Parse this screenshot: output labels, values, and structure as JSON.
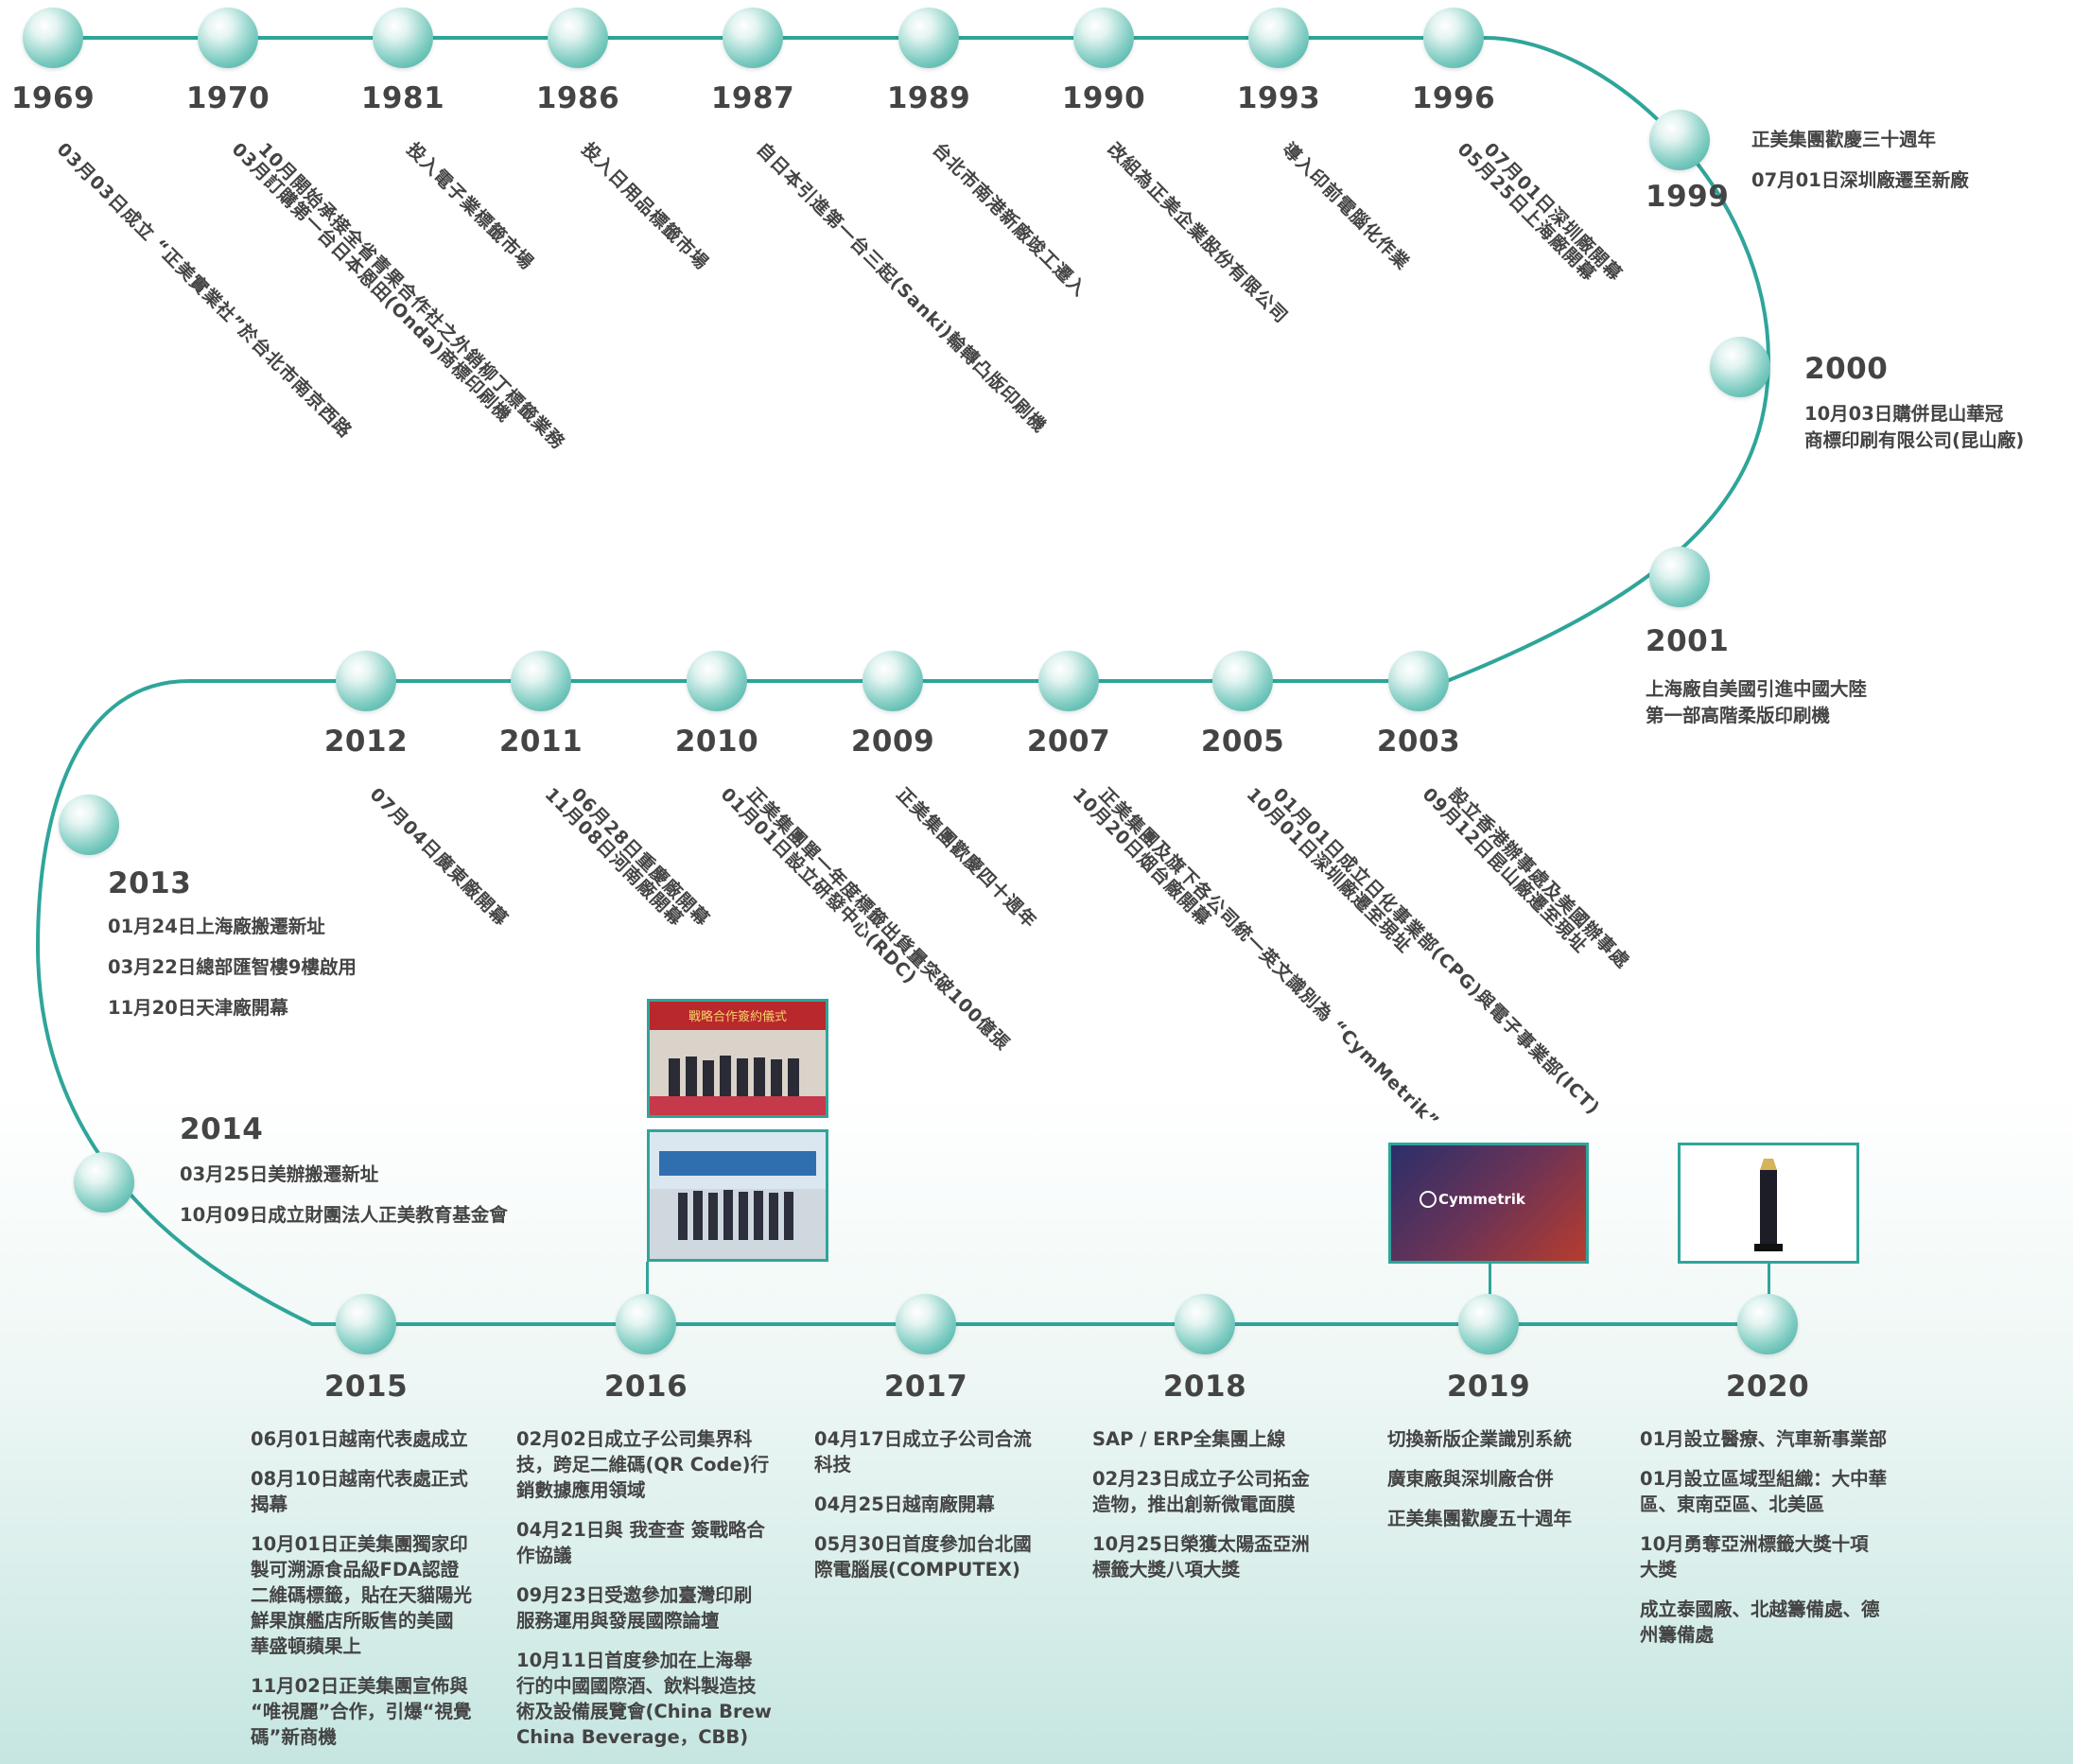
{
  "colors": {
    "line": "#2fa59a",
    "text": "#444444",
    "photo_border": "#2fa59a"
  },
  "top_row": [
    {
      "year": "1969",
      "events": [
        "03月03日成立 “正美實業社”於台北市南京西路"
      ]
    },
    {
      "year": "1970",
      "events": [
        "10月開始承接全省青果合作社之外銷柳丁標籤業務",
        "03月訂購第一台日本恩田(Onda)商標印刷機"
      ]
    },
    {
      "year": "1981",
      "events": [
        "投入電子業標籤市場"
      ]
    },
    {
      "year": "1986",
      "events": [
        "投入日用品標籤市場"
      ]
    },
    {
      "year": "1987",
      "events": [
        "自日本引進第一台三起(Sanki)輪轉凸版印刷機"
      ]
    },
    {
      "year": "1989",
      "events": [
        "台北市南港新廠竣工遷入"
      ]
    },
    {
      "year": "1990",
      "events": [
        "改組為正美企業股份有限公司"
      ]
    },
    {
      "year": "1993",
      "events": [
        "導入印前電腦化作業"
      ]
    },
    {
      "year": "1996",
      "events": [
        "07月01日深圳廠開幕",
        "05月25日上海廠開幕"
      ]
    }
  ],
  "right_arc": [
    {
      "year": "1999",
      "events": [
        "正美集團歡慶三十週年",
        "07月01日深圳廠遷至新廠"
      ]
    },
    {
      "year": "2000",
      "events": [
        "10月03日購併昆山華冠\n商標印刷有限公司(昆山廠)"
      ]
    },
    {
      "year": "2001",
      "events": [
        "上海廠自美國引進中國大陸\n第一部高階柔版印刷機"
      ]
    }
  ],
  "middle_row": [
    {
      "year": "2012",
      "events": [
        "07月04日廣東廠開幕"
      ]
    },
    {
      "year": "2011",
      "events": [
        "11月08日河南廠開幕",
        "06月28日重慶廠開幕"
      ]
    },
    {
      "year": "2010",
      "events": [
        "01月01日設立研發中心(RDC)",
        "正美集團單一年度標籤出貨量突破100億張"
      ]
    },
    {
      "year": "2009",
      "events": [
        "正美集團歡慶四十週年"
      ]
    },
    {
      "year": "2007",
      "events": [
        "10月20日烟台廠開幕",
        "正美集團及旗下各公司統一英文識別為 “CymMetrik”"
      ]
    },
    {
      "year": "2005",
      "events": [
        "10月01日深圳廠遷至現址",
        "01月01日成立日化事業部(CPG)與電子事業部(ICT)"
      ]
    },
    {
      "year": "2003",
      "events": [
        "09月12日昆山廠遷至現址",
        "設立香港辦事處及美國辦事處"
      ]
    }
  ],
  "left_arc": [
    {
      "year": "2013",
      "events": [
        "01月24日上海廠搬遷新址",
        "03月22日總部匯智樓9樓啟用",
        "11月20日天津廠開幕"
      ]
    },
    {
      "year": "2014",
      "events": [
        "03月25日美辦搬遷新址",
        "10月09日成立財團法人正美教育基金會"
      ]
    }
  ],
  "bottom_row": [
    {
      "year": "2015",
      "events": [
        "06月01日越南代表處成立",
        "08月10日越南代表處正式\n揭幕",
        "10月01日正美集團獨家印\n製可溯源食品級FDA認證\n二維碼標籤，貼在天貓陽光\n鮮果旗艦店所販售的美國\n華盛頓蘋果上",
        "11月02日正美集團宣佈與\n“唯視麗”合作，引爆“視覺\n碼”新商機"
      ]
    },
    {
      "year": "2016",
      "events": [
        "02月02日成立子公司集界科\n技，跨足二維碼(QR Code)行\n銷數據應用領域",
        "04月21日與 我查查 簽戰略合\n作協議",
        "09月23日受邀參加臺灣印刷\n服務運用與發展國際論壇",
        "10月11日首度參加在上海舉\n行的中國國際酒、飲料製造技\n術及設備展覽會(China Brew\nChina Beverage，CBB)"
      ]
    },
    {
      "year": "2017",
      "events": [
        "04月17日成立子公司合流\n科技",
        "04月25日越南廠開幕",
        "05月30日首度參加台北國\n際電腦展(COMPUTEX)"
      ]
    },
    {
      "year": "2018",
      "events": [
        "SAP / ERP全集團上線",
        "02月23日成立子公司拓金\n造物，推出創新微電面膜",
        "10月25日榮獲太陽盃亞洲\n標籤大獎八項大獎"
      ]
    },
    {
      "year": "2019",
      "events": [
        "切換新版企業識別系統",
        "廣東廠與深圳廠合併",
        "正美集團歡慶五十週年"
      ]
    },
    {
      "year": "2020",
      "events": [
        "01月設立醫療、汽車新事業部",
        "01月設立區域型組織：大中華\n區、東南亞區、北美區",
        "10月勇奪亞洲標籤大獎十項\n大獎",
        "成立泰國廠、北越籌備處、德\n州籌備處"
      ]
    }
  ],
  "photos": {
    "banner_text": "戰略合作簽約儀式",
    "logo_text": "Cymmetrik"
  }
}
